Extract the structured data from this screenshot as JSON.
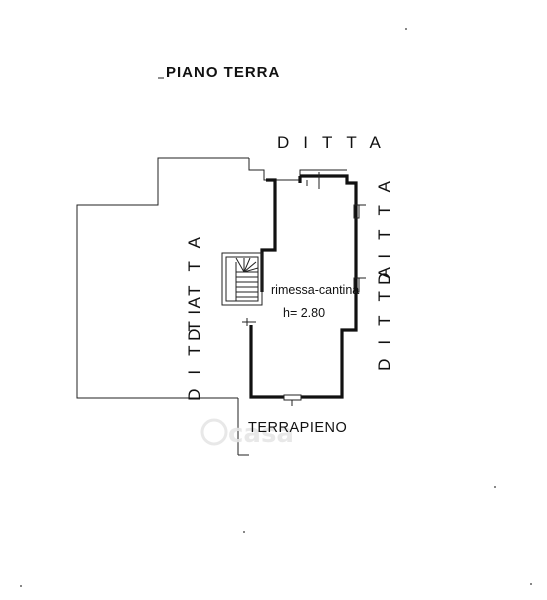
{
  "title": "PIANO TERRA",
  "neighbors": {
    "top": "DITTA",
    "right": "DITTA",
    "right_lower": "DITTA",
    "left": "DITTA",
    "left_lower": "DITTA"
  },
  "room": {
    "name": "rimessa-cantina",
    "height": "h= 2.80"
  },
  "bottom_label": "TERRAPIENO"
}
